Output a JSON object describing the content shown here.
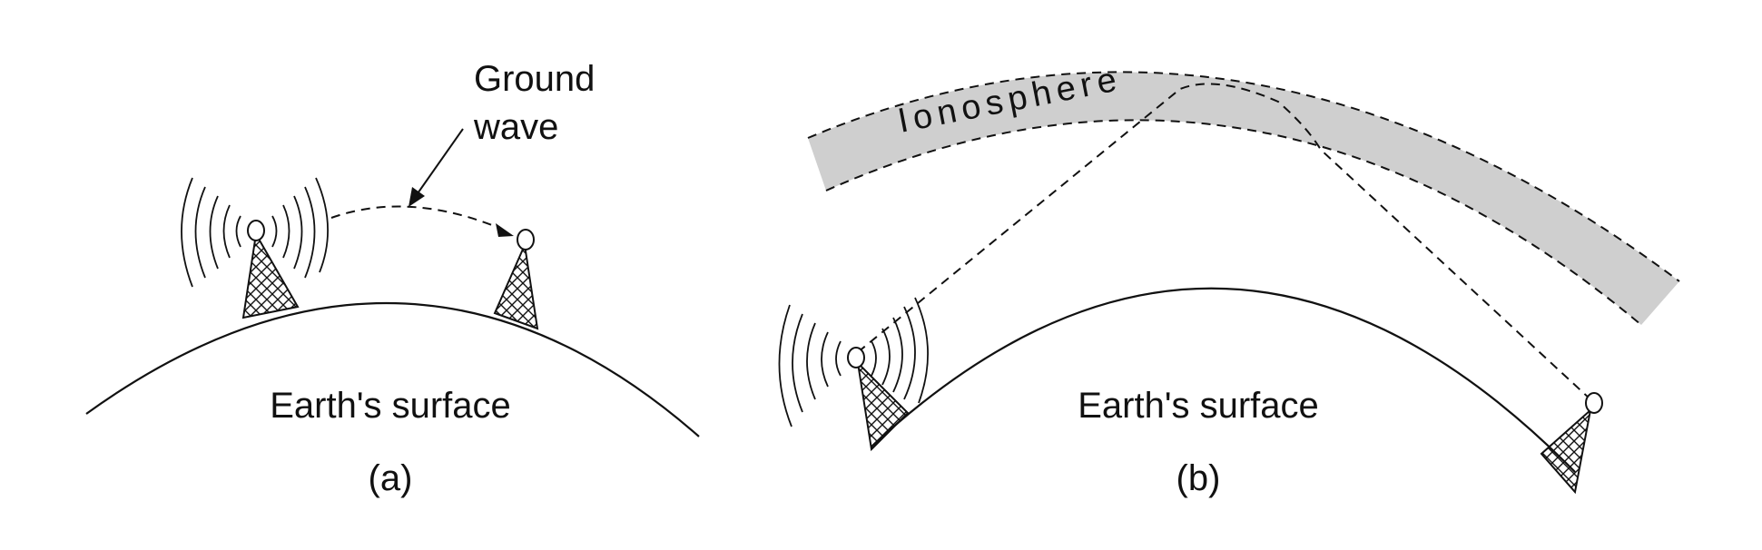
{
  "panel_a": {
    "annotation_line1": "Ground",
    "annotation_line2": "wave",
    "surface_label": "Earth's surface",
    "caption": "(a)"
  },
  "panel_b": {
    "layer_label": "Ionosphere",
    "surface_label": "Earth's surface",
    "caption": "(b)"
  },
  "colors": {
    "ink": "#111111",
    "ionosphere_fill": "#cfcfcf"
  }
}
